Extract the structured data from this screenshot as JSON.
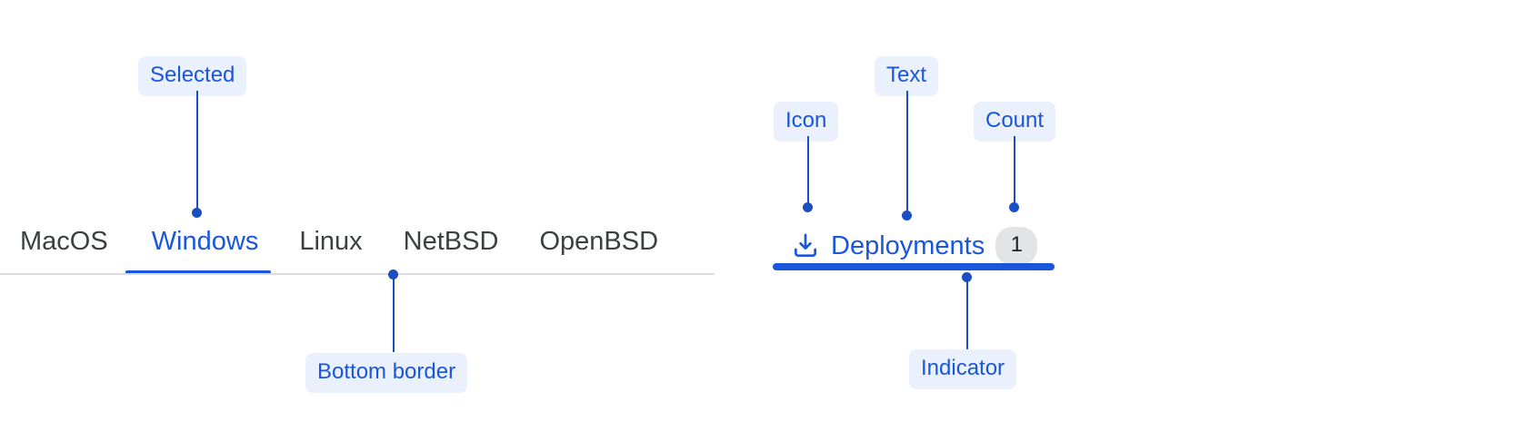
{
  "left_tabs": {
    "name": "os-tab-bar",
    "items": [
      {
        "label": "MacOS",
        "selected": false
      },
      {
        "label": "Windows",
        "selected": true
      },
      {
        "label": "Linux",
        "selected": false
      },
      {
        "label": "NetBSD",
        "selected": false
      },
      {
        "label": "OpenBSD",
        "selected": false
      }
    ]
  },
  "right_tab": {
    "icon": "download-icon",
    "label": "Deployments",
    "count": "1",
    "selected": true
  },
  "annotations": [
    {
      "id": "selected",
      "label": "Selected"
    },
    {
      "id": "bottom-border",
      "label": "Bottom border"
    },
    {
      "id": "icon",
      "label": "Icon"
    },
    {
      "id": "text",
      "label": "Text"
    },
    {
      "id": "count",
      "label": "Count"
    },
    {
      "id": "indicator",
      "label": "Indicator"
    }
  ],
  "colors": {
    "accent_blue": "#1a56db",
    "annotation_blue": "#1a4fc4",
    "badge_bg": "#eaf1fd",
    "divider_gray": "#dadce0",
    "count_pill_bg": "#e3e4e6",
    "tab_text": "#3c4043"
  }
}
